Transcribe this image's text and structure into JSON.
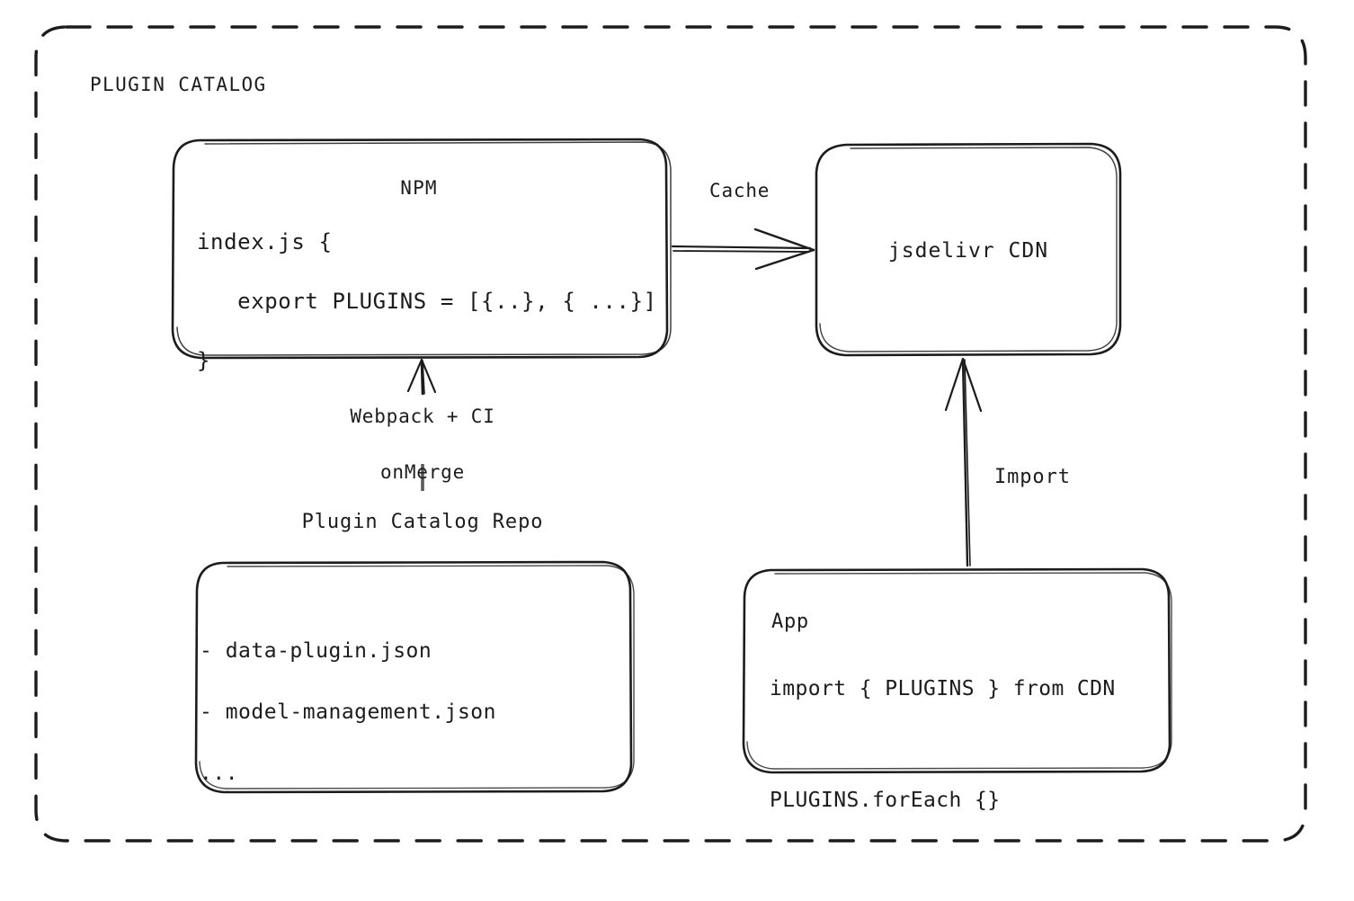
{
  "diagram": {
    "group": {
      "title": "PLUGIN CATALOG",
      "border_style": "dashed",
      "stroke_color": "#1c1c1c"
    },
    "nodes": {
      "npm": {
        "title": "NPM",
        "code_line_1": "index.js {",
        "code_line_2": "   export PLUGINS = [{..}, { ...}]",
        "code_line_3": "}"
      },
      "cdn": {
        "label": "jsdelivr CDN"
      },
      "repo": {
        "caption": "Plugin Catalog Repo",
        "file_1": "- data-plugin.json",
        "file_2": "- model-management.json",
        "file_3": "..."
      },
      "app": {
        "title": "App",
        "code_line_1": "import { PLUGINS } from CDN",
        "code_line_2": "PLUGINS.forEach {}"
      }
    },
    "edges": {
      "cache": {
        "label": "Cache",
        "from": "npm",
        "to": "cdn",
        "direction": "right"
      },
      "build": {
        "label_line_1": "Webpack + CI",
        "label_line_2": "onMerge",
        "from": "repo",
        "to": "npm",
        "direction": "up"
      },
      "import": {
        "label": "Import",
        "from": "app",
        "to": "cdn",
        "direction": "up"
      }
    }
  }
}
